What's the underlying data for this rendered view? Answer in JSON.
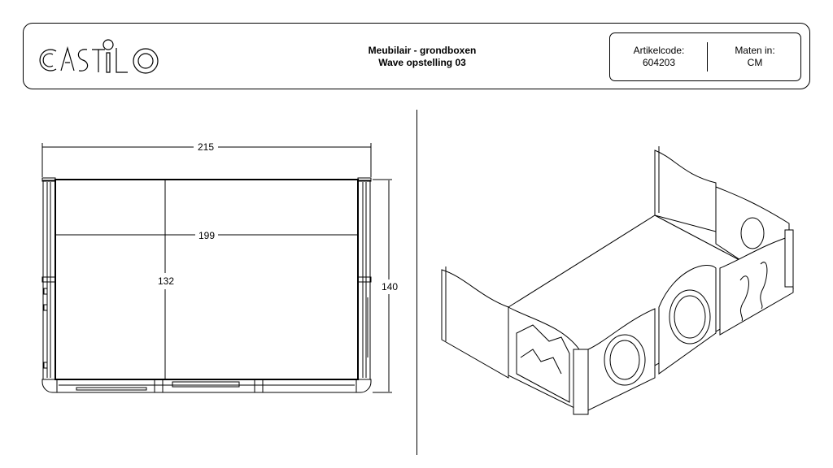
{
  "header": {
    "logo_text": "CASTILO",
    "title_line1": "Meubilair - grondboxen",
    "title_line2": "Wave opstelling 03",
    "article_code_label": "Artikelcode:",
    "article_code_value": "604203",
    "units_label": "Maten in:",
    "units_value": "CM"
  },
  "plan_view": {
    "dim_outer_width": "215",
    "dim_inner_width": "199",
    "dim_inner_depth": "132",
    "dim_outer_depth": "140"
  }
}
